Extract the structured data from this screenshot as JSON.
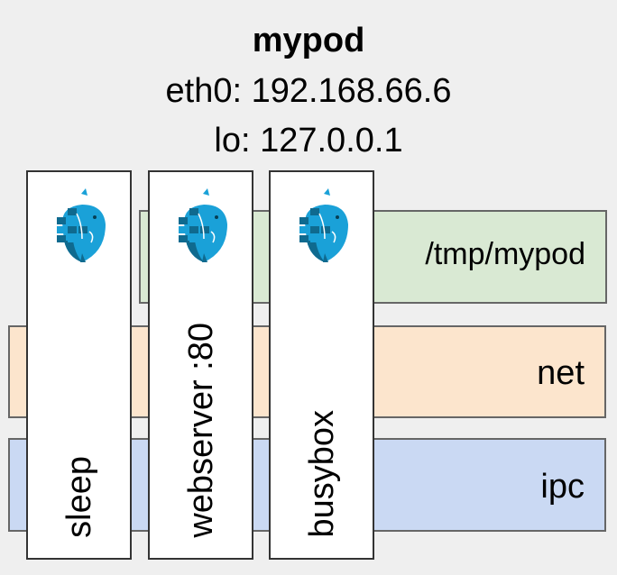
{
  "pod": {
    "name": "mypod",
    "eth0": "eth0: 192.168.66.6",
    "lo": "lo: 127.0.0.1"
  },
  "bands": {
    "volume": "/tmp/mypod",
    "net": "net",
    "ipc": "ipc"
  },
  "containers": [
    {
      "label": "sleep",
      "icon": "docker-whale-icon"
    },
    {
      "label": "webserver :80",
      "icon": "docker-whale-icon"
    },
    {
      "label": "busybox",
      "icon": "docker-whale-icon"
    }
  ],
  "colors": {
    "volume_band": "#d9e9d3",
    "net_band": "#fce5cd",
    "ipc_band": "#cad9f3",
    "whale_blue": "#1aa1d8",
    "whale_dark": "#0f6a8f"
  }
}
